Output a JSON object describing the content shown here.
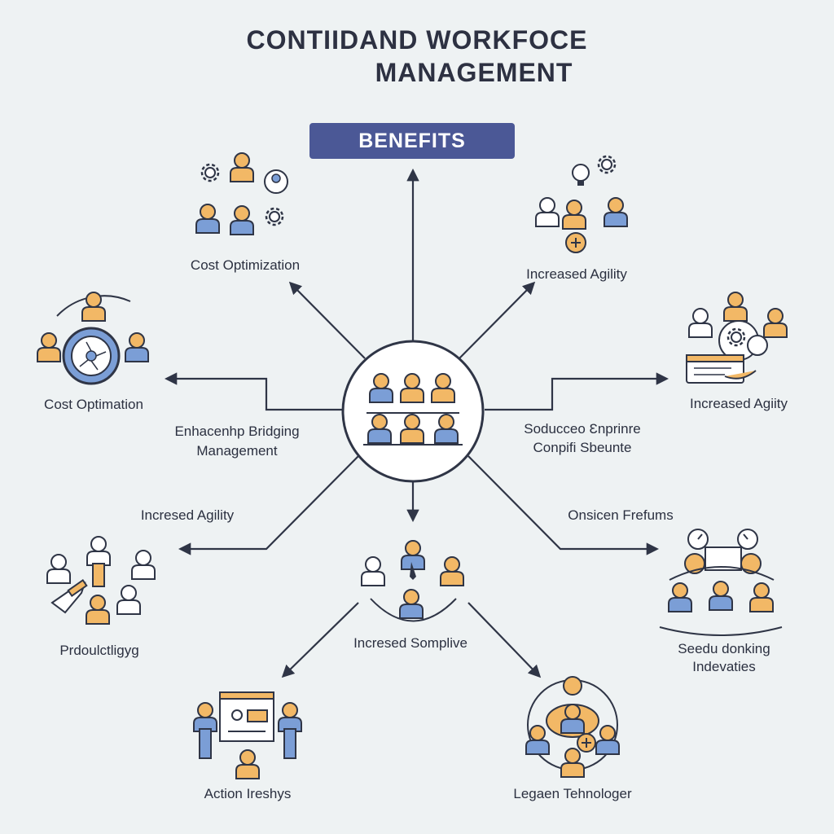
{
  "title": {
    "line1": "CONTIIDAND  WORKFOCE",
    "line2": "MANAGEMENT"
  },
  "center": {
    "label": "BENEFITS"
  },
  "nodes": {
    "top_left": "Cost Optimization",
    "top_right": "Increased Agility",
    "left": "Cost Optimation",
    "right": "Increased Agiity",
    "mid_left_1": "Enhacenhp Bridging",
    "mid_left_2": "Management",
    "mid_right_1": "Soducceo Ɛnprinre",
    "mid_right_2": "Conpifi Sbeunte",
    "lower_left_heading": "Incresed Agility",
    "lower_right_heading": "Onsicen Frefums",
    "lower_left": "Prdoulctligyg",
    "center_bottom": "Incresed Somplive",
    "lower_right_1": "Seedu donking",
    "lower_right_2": "Indevaties",
    "bottom_left": "Action Ireshys",
    "bottom_right": "Legaen Tehnologer"
  },
  "colors": {
    "accent": "#4b5896",
    "orange": "#f2b866",
    "blue": "#7b9ed6",
    "line": "#2f3546",
    "background": "#eef2f3"
  }
}
